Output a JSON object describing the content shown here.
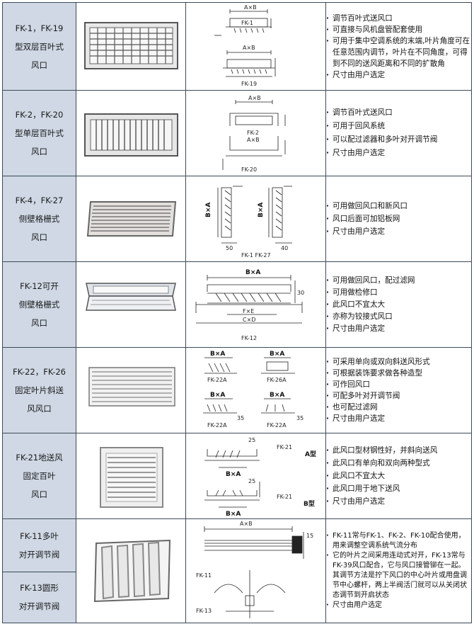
{
  "rows": [
    {
      "name_lines": [
        "FK-1，FK-19",
        "型双层百叶式",
        "风口"
      ],
      "photo_icon": "double-louver-photo",
      "drawing_labels": [
        "A×B",
        "FK-1",
        "A×B",
        "FK-19"
      ],
      "bullets": [
        "调节百叶式送风口",
        "可直接与风机盘管配套使用",
        "可用于集中空调系统的末端,叶片角度可在任意范围内调节，叶片在不同角度，可得到不同的送风距离和不同的扩散角",
        "尺寸由用户选定"
      ]
    },
    {
      "name_lines": [
        "FK-2，FK-20",
        "型单层百叶式",
        "风口"
      ],
      "photo_icon": "single-louver-photo",
      "drawing_labels": [
        "A×B",
        "FK-2",
        "A×B",
        "FK-20"
      ],
      "bullets": [
        "调节百叶式送风口",
        "可用于回风系统",
        "可以配过滤器和多叶对开调节阀",
        "尺寸由用户选定"
      ]
    },
    {
      "name_lines": [
        "FK-4，FK-27",
        "侧壁格栅式",
        "风口"
      ],
      "photo_icon": "side-grille-photo",
      "drawing_labels": [
        "B×A",
        "B×A",
        "50",
        "40",
        "FK-1 FK-27"
      ],
      "bullets": [
        "可用做回风口和新风口",
        "风口后面可加铝板网",
        "尺寸由用户选定"
      ]
    },
    {
      "name_lines": [
        "FK-12可开",
        "侧壁格栅式",
        "风口"
      ],
      "photo_icon": "openable-grille-photo",
      "drawing_labels": [
        "B×A",
        "30",
        "F×E",
        "C×D",
        "FK-12"
      ],
      "bullets": [
        "可用做回风口，配过滤网",
        "可用做检修口",
        "此风口不宜太大",
        "亦称为铰接式风口",
        "尺寸由用户选定"
      ]
    },
    {
      "name_lines": [
        "FK-22，FK-26",
        "固定叶片斜送",
        "风风口"
      ],
      "photo_icon": "fixed-blade-photo",
      "drawing_labels": [
        "B×A",
        "B×A",
        "FK-22A",
        "FK-26A",
        "B×A",
        "B×A",
        "FK-22A",
        "FK-22A",
        "35",
        "35"
      ],
      "bullets": [
        "可采用单向或双向斜送风形式",
        "可根据装饰要求做各种造型",
        "可作回风口",
        "可配多叶对开调节阀",
        "也可配过滤网",
        "尺寸由用户选定"
      ]
    },
    {
      "name_lines": [
        "FK-21地送风",
        "固定百叶",
        "风口"
      ],
      "photo_icon": "floor-louver-photo",
      "drawing_labels": [
        "25",
        "FK-21",
        "A型",
        "B×A",
        "25",
        "FK-21",
        "B型",
        "B×A"
      ],
      "bullets": [
        "此风口型材钢性好，并斜向送风",
        "此风口有单向和双向两种型式",
        "此风口不宜太大",
        "此风口用于地下送风",
        "尺寸由用户选定"
      ]
    },
    {
      "name_a": [
        "FK-11多叶",
        "对开调节阀"
      ],
      "name_b": [
        "FK-13圆形",
        "对开调节阀"
      ],
      "photo_icon": "multi-blade-damper-photo",
      "drawing_labels": [
        "A×B",
        "15",
        "FK-11",
        "FK-13"
      ],
      "bullets": [
        "FK-11常与FK-1、FK-2、FK-10配合使用，用来调整空调系统气流分布",
        "它的叶片之间采用连动式对开，FK-13常与FK-39风口配合，它与风口接管铆在一起。其调节方法是拧下风口的中心叶片或用盘调节中心螺杆，两上半阀活门就可以从关闭状态调节到开启状态",
        "尺寸由用户选定"
      ]
    }
  ]
}
